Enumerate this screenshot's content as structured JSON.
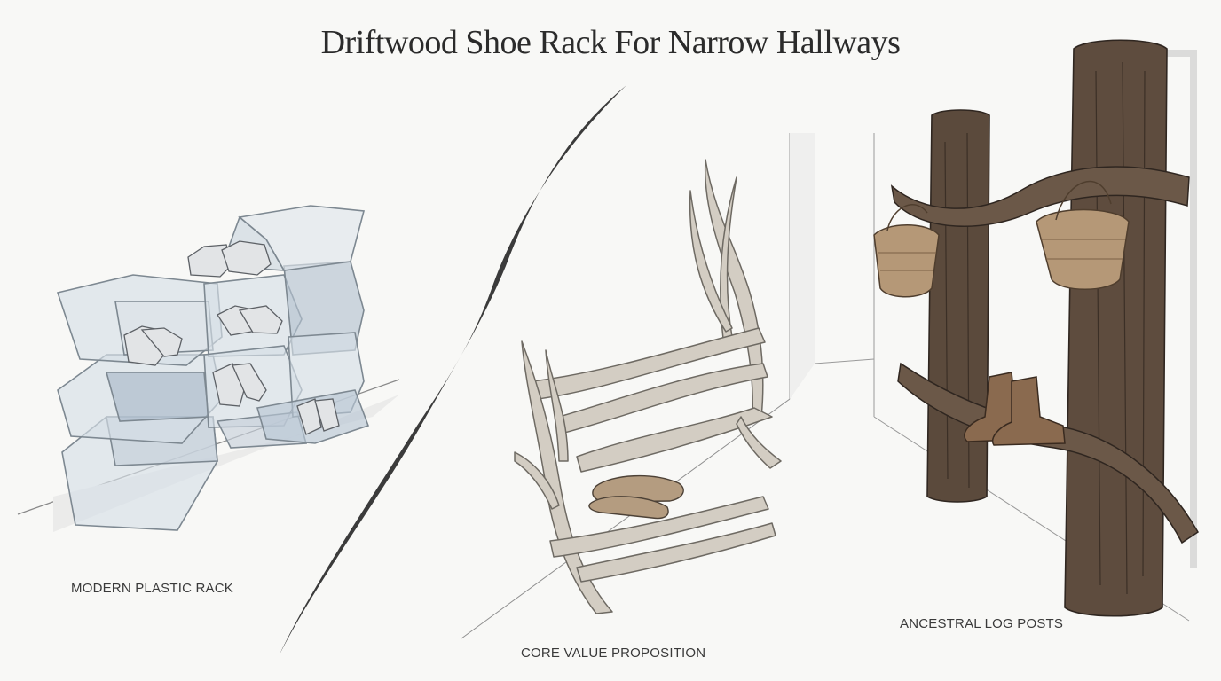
{
  "title": "Driftwood Shoe Rack For Narrow Hallways",
  "panels": [
    {
      "caption": "MODERN PLASTIC RACK"
    },
    {
      "caption": "CORE VALUE PROPOSITION"
    },
    {
      "caption": "ANCESTRAL LOG POSTS"
    }
  ],
  "colors": {
    "background": "#f8f8f6",
    "plastic": "#b9c6d2",
    "driftwood": "#cfc8bd",
    "logs": "#5b4a3c",
    "ink": "#2b2b2b"
  },
  "icons": [
    "hex-plastic-shelves",
    "driftwood-branch-rack",
    "log-post-rack",
    "wicker-basket",
    "shoe",
    "boot"
  ]
}
